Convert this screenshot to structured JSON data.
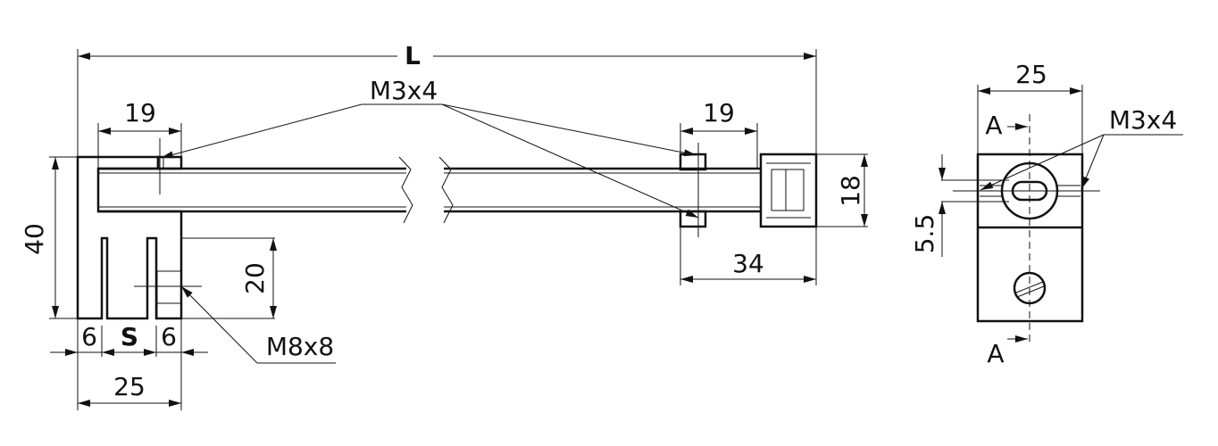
{
  "drawing": {
    "dims": {
      "length": "L",
      "left_19": "19",
      "right_19": "19",
      "height_40": "40",
      "fork_20": "20",
      "leg_6_left": "6",
      "slot_s": "S",
      "leg_6_right": "6",
      "width_25_bottom": "25",
      "end_34": "34",
      "end_18": "18",
      "side_25": "25",
      "offset_5_5": "5.5"
    },
    "callouts": {
      "tube_screws": "M3x4",
      "fork_screw": "M8x8",
      "side_screws": "M3x4"
    },
    "section": {
      "top": "A",
      "bottom": "A"
    }
  }
}
